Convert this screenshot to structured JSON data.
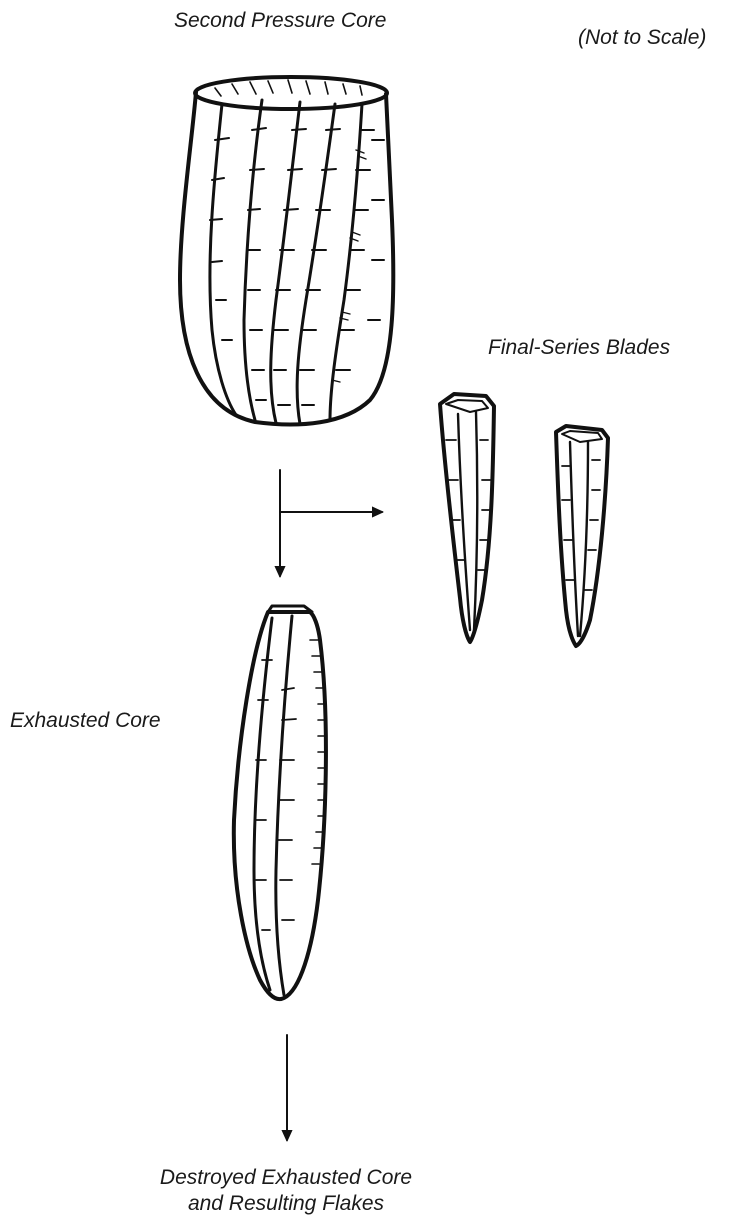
{
  "labels": {
    "second_pressure_core": "Second Pressure Core",
    "not_to_scale": "(Not to Scale)",
    "final_series_blades": "Final-Series Blades",
    "exhausted_core": "Exhausted Core",
    "destroyed_line1": "Destroyed Exhausted Core",
    "destroyed_line2": "and Resulting Flakes"
  },
  "colors": {
    "ink": "#111111",
    "background": "#ffffff"
  }
}
